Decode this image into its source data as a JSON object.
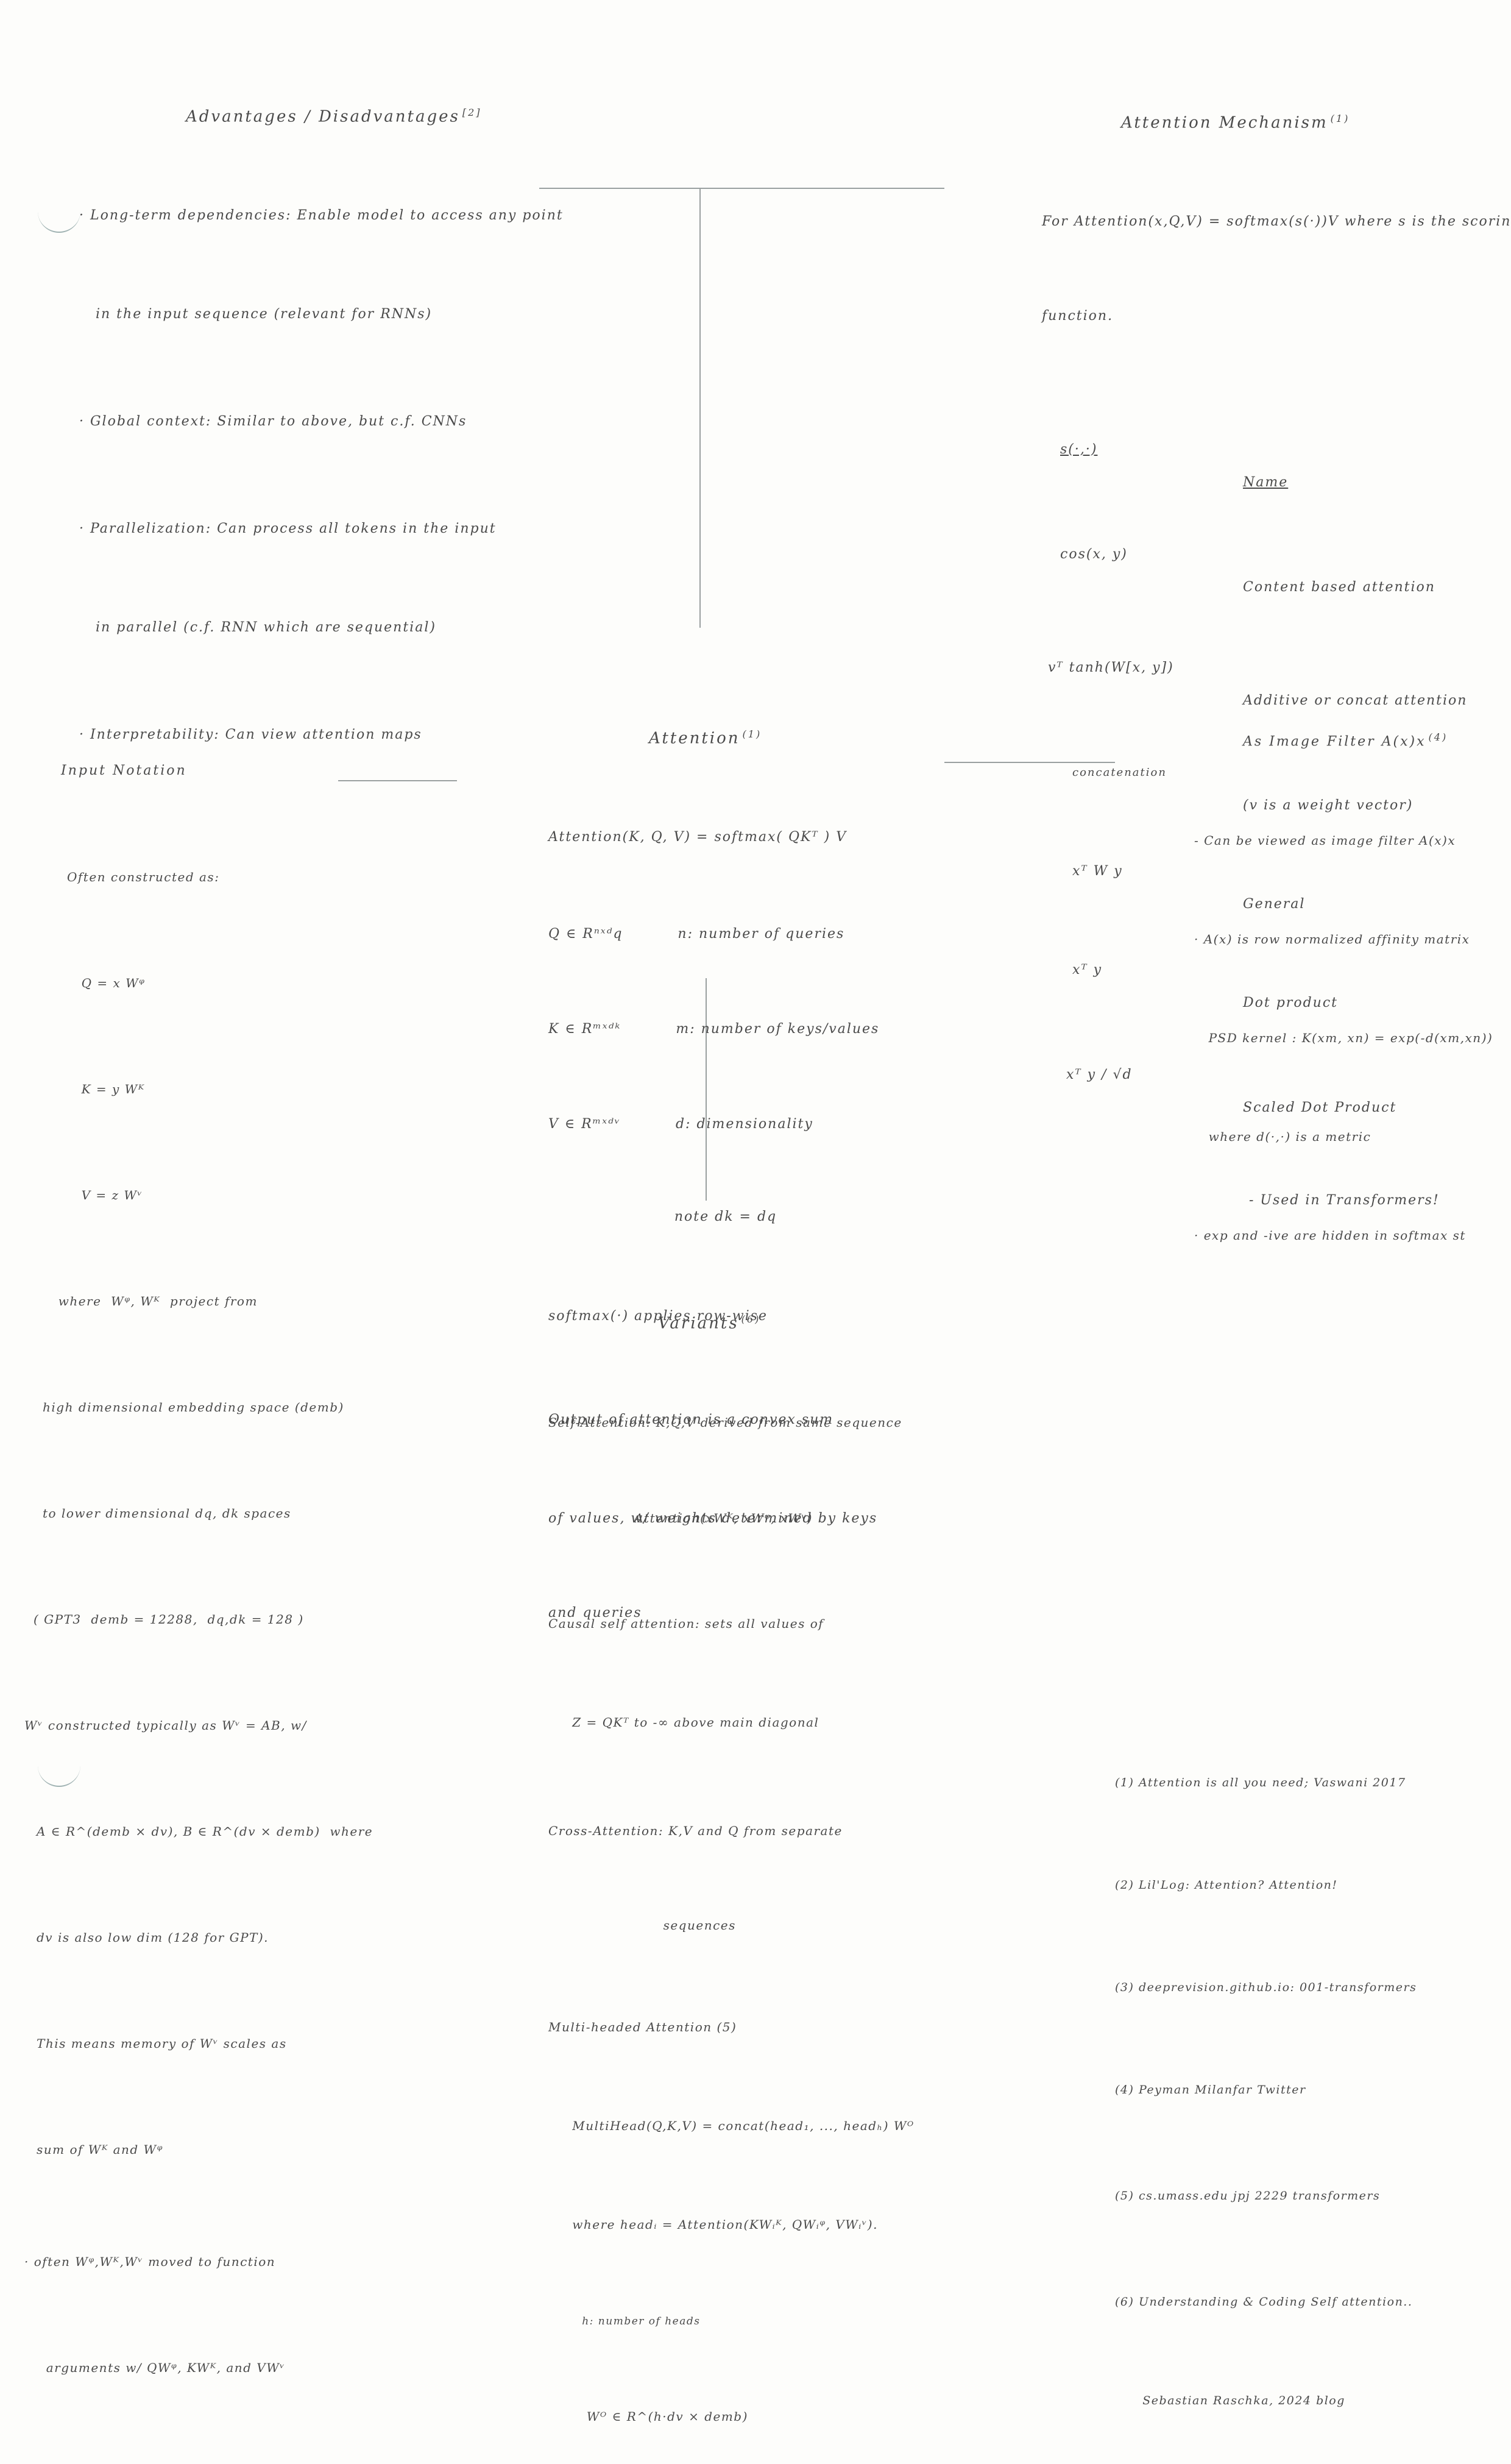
{
  "advantages": {
    "title": "Advantages / Disadvantages",
    "ref": "[2]",
    "lines": [
      "· Long-term dependencies: Enable model to access any point",
      "   in the input sequence (relevant for RNNs)",
      "· Global context: Similar to above, but c.f. CNNs",
      "· Parallelization: Can process all tokens in the input",
      "   in parallel (c.f. RNN which are sequential)",
      "· Interpretability: Can view attention maps"
    ]
  },
  "mechanism": {
    "title": "Attention Mechanism",
    "ref": "(1)",
    "intro": "For Attention(x,Q,V) = softmax(s(·))V where s is the scoring",
    "intro2": "function.",
    "header_left": "s(·,·)",
    "header_right": "Name",
    "rows": [
      {
        "formula": "cos(x, y)",
        "name": "Content based attention"
      },
      {
        "formula": "vᵀ tanh(W[x, y])",
        "name": "Additive or concat attention"
      },
      {
        "formula": "concatenation",
        "name": "(v is a weight vector)"
      },
      {
        "formula": "xᵀ W y",
        "name": "General"
      },
      {
        "formula": "xᵀ y",
        "name": "Dot product"
      },
      {
        "formula": "xᵀ y / √d",
        "name": "Scaled Dot Product"
      },
      {
        "formula": "",
        "name": "- Used in Transformers!"
      }
    ]
  },
  "center": {
    "title": "Attention",
    "ref": "(1)",
    "lines": [
      "Attention(K, Q, V) = softmax( QKᵀ ) V",
      "Q ∈ Rⁿˣᵈq          n: number of queries",
      "K ∈ Rᵐˣᵈᵏ          m: number of keys/values",
      "V ∈ Rᵐˣᵈᵛ          d: dimensionality",
      "                       note dk = dq",
      "softmax(·) applies row-wise",
      "Output of attention is a convex sum",
      "of values, w/ weights determined by keys",
      "and queries"
    ]
  },
  "input_notation": {
    "title": "Input Notation",
    "lines": [
      "Often constructed as:",
      "   Q = x Wᵠ",
      "   K = y Wᴷ",
      "   V = z Wᵛ",
      "  where  Wᵠ, Wᴷ  project from",
      "high dimensional embedding space (demb)",
      "to lower dimensional dq, dk spaces",
      "( GPT3  demb = 12288,  dq,dk = 128 )",
      "Wᵛ constructed typically as Wᵛ = AB, w/",
      "A ∈ R^(demb × dv), B ∈ R^(dv × demb)  where",
      "dv is also low dim (128 for GPT).",
      "This means memory of Wᵛ scales as",
      "sum of Wᴷ and Wᵠ",
      "· often Wᵠ,Wᴷ,Wᵛ moved to function",
      "  arguments w/ QWᵠ, KWᴷ, and VWᵛ"
    ]
  },
  "image_filter": {
    "title": "As Image Filter A(x)x",
    "ref": "(4)",
    "lines": [
      "- Can be viewed as image filter A(x)x",
      "· A(x) is row normalized affinity matrix",
      "   PSD kernel : K(xm, xn) = exp(-d(xm,xn))",
      "   where d(·,·) is a metric",
      "· exp and -ive are hidden in softmax st"
    ]
  },
  "variants": {
    "title": "Variants",
    "ref": "(6)",
    "lines": [
      "Self-Attention: K,Q,V derived from same sequence",
      "                  Attention(xWᴷ, xWᵠ, xWᵛ)",
      "Causal self attention: sets all values of",
      "     Z = QKᵀ to -∞ above main diagonal",
      "Cross-Attention: K,V and Q from separate",
      "                        sequences",
      "Multi-headed Attention (5)",
      "     MultiHead(Q,K,V) = concat(head₁, ..., headₕ) Wᴼ",
      "     where headᵢ = Attention(KWᵢᴷ, QWᵢᵠ, VWᵢᵛ).",
      "        h: number of heads",
      "        Wᴼ ∈ R^(h·dv × demb)"
    ]
  },
  "references": {
    "lines": [
      "(1) Attention is all you need; Vaswani 2017",
      "(2) Lil'Log: Attention? Attention!",
      "(3) deeprevision.github.io: 001-transformers",
      "(4) Peyman Milanfar Twitter",
      "(5) cs.umass.edu jpj 2229 transformers",
      "(6) Understanding & Coding Self attention..",
      "      Sebastian Raschka, 2024 blog"
    ]
  }
}
